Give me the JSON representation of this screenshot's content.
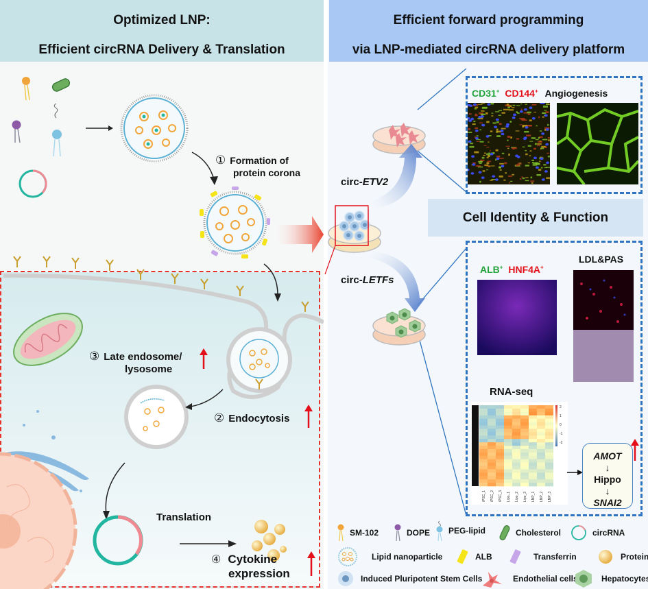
{
  "left_panel": {
    "header_line1": "Optimized LNP:",
    "header_line2": "Efficient circRNA Delivery & Translation",
    "steps": [
      {
        "num": "①",
        "line1": "Formation of",
        "line2": "protein corona",
        "upregulated": false
      },
      {
        "num": "②",
        "line1": "Endocytosis",
        "line2": "",
        "upregulated": true
      },
      {
        "num": "③",
        "line1": "Late endosome/",
        "line2": "lysosome",
        "upregulated": true
      },
      {
        "num": "④",
        "line1": "Cytokine",
        "line2": "expression",
        "upregulated": true
      }
    ],
    "translation_label": "Translation"
  },
  "right_panel": {
    "header_line1": "Efficient forward programming",
    "header_line2": "via LNP-mediated circRNA delivery platform",
    "route_top": {
      "prefix": "circ-",
      "gene": "ETV2"
    },
    "route_bottom": {
      "prefix": "circ-",
      "gene": "LETFs"
    },
    "endothelial_box": {
      "marker1": "CD31",
      "marker2": "CD144",
      "sup": "+",
      "assay": "Angiogenesis"
    },
    "section_title": "Cell Identity & Function",
    "hepatocyte_box": {
      "marker1": "ALB",
      "marker2": "HNF4A",
      "sup": "+",
      "assay": "LDL&PAS",
      "rnaseq_title": "RNA-seq",
      "heatmap_samples": [
        "iPSC_1",
        "iPSC_2",
        "iPSC_3",
        "Lipo_1",
        "Lipo_2",
        "Lipo_3",
        "LNP_1",
        "LNP_2",
        "LNP_3"
      ],
      "heatmap_scale": [
        "2",
        "1",
        "0",
        "-1",
        "-2"
      ],
      "pathway": [
        "AMOT",
        "Hippo",
        "SNAI2"
      ],
      "pathway_upregulated": true
    }
  },
  "legend": {
    "row1": [
      "SM-102",
      "DOPE",
      "PEG-lipid",
      "Cholesterol",
      "circRNA"
    ],
    "row2": [
      "Lipid nanoparticle",
      "ALB",
      "Transferrin",
      "Protein"
    ],
    "row3": [
      "Induced Pluripotent Stem Cells",
      "Endothelial cells",
      "Hepatocytes"
    ]
  },
  "colors": {
    "header_left_bg": "#c7e3e7",
    "header_right_bg": "#a9c8f3",
    "cell_border": "#e53129",
    "dash_box": "#2e74c0",
    "up_arrow": "#e3101b",
    "green_marker": "#23a33b",
    "red_marker": "#e3101b",
    "circrna_teal": "#22b5a0",
    "circrna_pink": "#ef8a93"
  }
}
